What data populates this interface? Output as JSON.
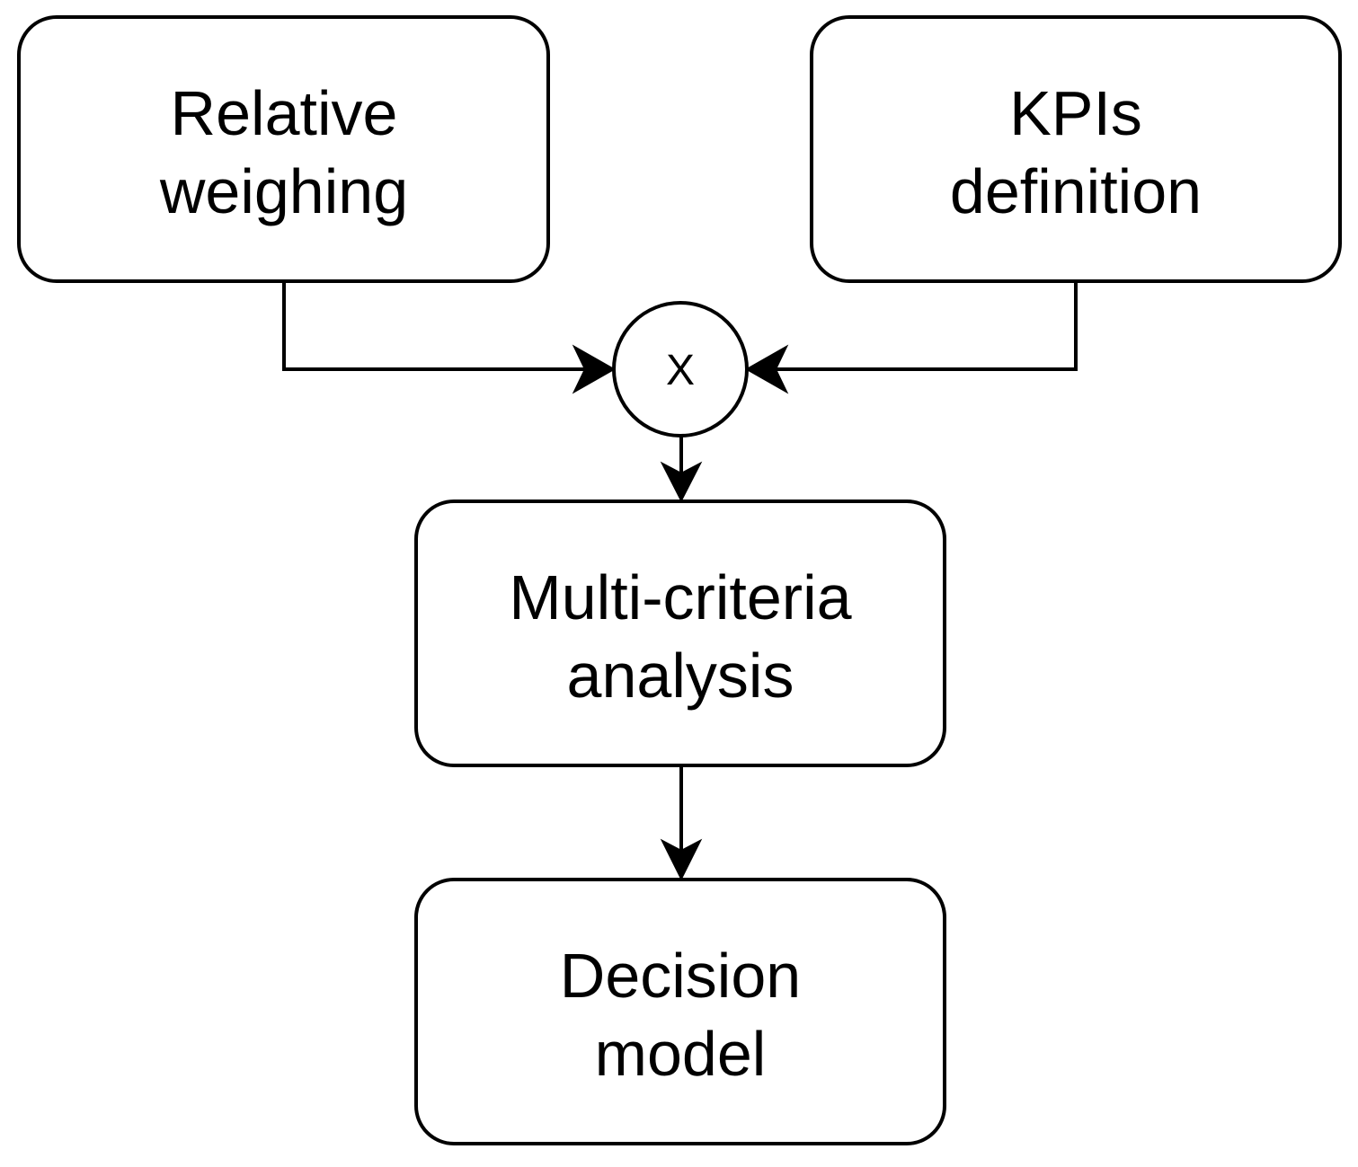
{
  "diagram": {
    "nodes": {
      "relative_weighing": {
        "line1": "Relative",
        "line2": "weighing"
      },
      "kpis_definition": {
        "line1": "KPIs",
        "line2": "definition"
      },
      "multiply": {
        "symbol": "X"
      },
      "multi_criteria": {
        "line1": "Multi-criteria",
        "line2": "analysis"
      },
      "decision_model": {
        "line1": "Decision",
        "line2": "model"
      }
    },
    "edges": [
      {
        "from": "relative_weighing",
        "to": "multiply"
      },
      {
        "from": "kpis_definition",
        "to": "multiply"
      },
      {
        "from": "multiply",
        "to": "multi_criteria"
      },
      {
        "from": "multi_criteria",
        "to": "decision_model"
      }
    ],
    "colors": {
      "stroke": "#000000",
      "fill": "#ffffff",
      "text": "#000000"
    }
  }
}
